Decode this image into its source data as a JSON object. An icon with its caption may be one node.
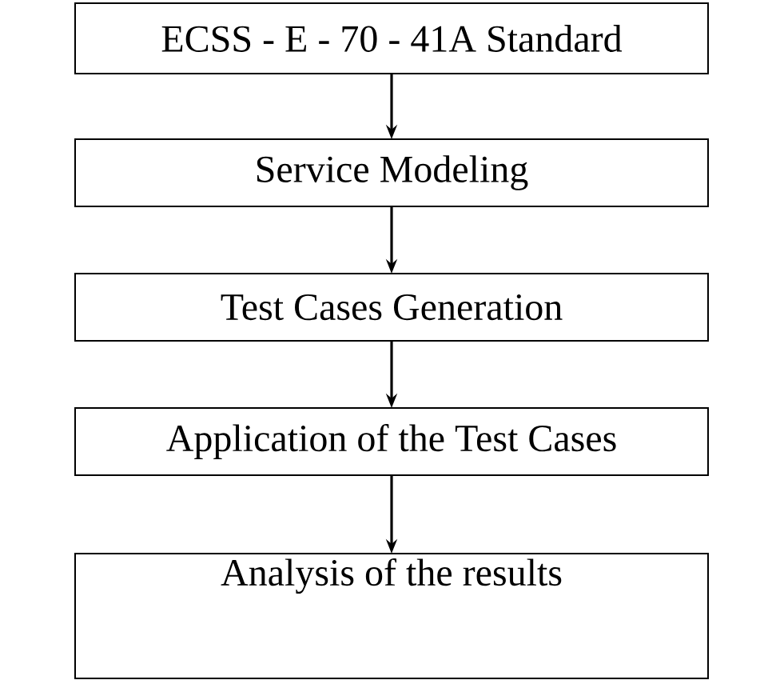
{
  "diagram": {
    "nodes": [
      {
        "text": [
          "ECSS - E - 70 - 41A Standard"
        ]
      },
      {
        "text": [
          "Service Modeling"
        ]
      },
      {
        "text": [
          "Test Cases Generation"
        ]
      },
      {
        "text": [
          "Application of the Test Cases"
        ]
      },
      {
        "text": [
          "Analysis of the results"
        ]
      }
    ],
    "edges": [
      {
        "from": 0,
        "to": 1,
        "arrow": "to"
      },
      {
        "from": 1,
        "to": 2,
        "arrow": "to"
      },
      {
        "from": 2,
        "to": 3,
        "arrow": "to"
      },
      {
        "from": 3,
        "to": 4,
        "arrow": "to"
      }
    ]
  }
}
